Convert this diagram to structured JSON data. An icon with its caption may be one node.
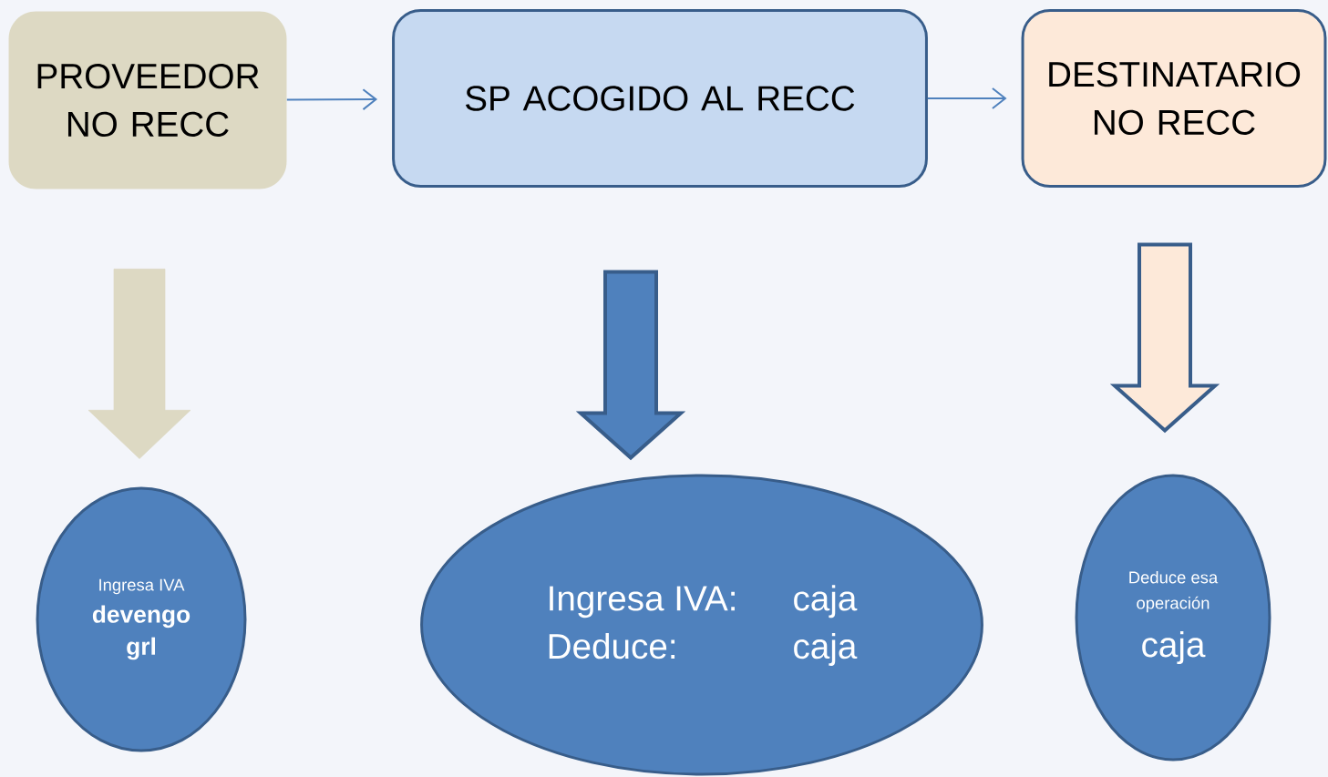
{
  "diagram": {
    "nodes": [
      {
        "text": [
          "PROVEEDOR NO RECC"
        ]
      },
      {
        "text": [
          "SP ACOGIDO AL RECC"
        ]
      },
      {
        "text": [
          "DESTINATARIO NO RECC"
        ]
      },
      {
        "text": [
          "Ingresa IVA",
          "devengo grl"
        ]
      },
      {
        "text": [
          "Ingresa IVA:",
          "caja",
          "Deduce:",
          "caja"
        ]
      },
      {
        "text": [
          "Deduce esa operación",
          "caja"
        ]
      }
    ],
    "edges": [
      {
        "from": 0,
        "to": 1,
        "arrow": "to"
      },
      {
        "from": 1,
        "to": 2,
        "arrow": "to"
      },
      {
        "from": 0,
        "to": 3,
        "arrow": "to",
        "style": "thick",
        "color": "#ddd9c3"
      },
      {
        "from": 1,
        "to": 4,
        "arrow": "to",
        "style": "thick",
        "color": "#4f81bd"
      },
      {
        "from": 2,
        "to": 5,
        "arrow": "to",
        "style": "thick",
        "color": "#fde9d9"
      }
    ]
  }
}
